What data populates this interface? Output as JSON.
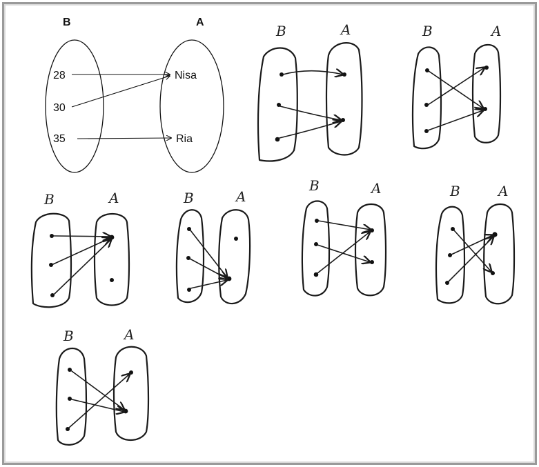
{
  "diagram1": {
    "set_b_label": "B",
    "set_a_label": "A",
    "b_elements": [
      "28",
      "30",
      "35"
    ],
    "a_elements": [
      "Nisa",
      "Ria"
    ]
  },
  "sketches": [
    {
      "left_label": "B",
      "right_label": "A"
    },
    {
      "left_label": "B",
      "right_label": "A"
    },
    {
      "left_label": "B",
      "right_label": "A"
    },
    {
      "left_label": "B",
      "right_label": "A"
    },
    {
      "left_label": "B",
      "right_label": "A"
    },
    {
      "left_label": "B",
      "right_label": "A"
    },
    {
      "left_label": "B",
      "right_label": "A"
    }
  ]
}
